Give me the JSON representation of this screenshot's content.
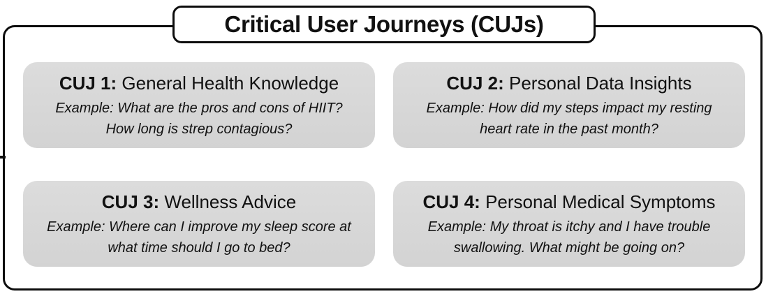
{
  "title": "Critical User Journeys (CUJs)",
  "separator": ":",
  "cards": [
    {
      "number": "CUJ 1",
      "name": "General Health Knowledge",
      "example_line1": "Example: What are the pros and cons of HIIT?",
      "example_line2": "How long is strep contagious?"
    },
    {
      "number": "CUJ 2",
      "name": "Personal Data Insights",
      "example_line1": "Example: How did my steps impact my resting",
      "example_line2": "heart rate in the past month?"
    },
    {
      "number": "CUJ 3",
      "name": "Wellness Advice",
      "example_line1": "Example: Where can I improve my sleep score at",
      "example_line2": "what time should I go to bed?"
    },
    {
      "number": "CUJ 4",
      "name": "Personal Medical Symptoms",
      "example_line1": "Example: My throat is itchy and I have trouble",
      "example_line2": "swallowing. What might be going on?"
    }
  ],
  "colors": {
    "card_background": "#d7d7d7",
    "border": "#0d0d0d",
    "text": "#111111",
    "background": "#ffffff"
  }
}
